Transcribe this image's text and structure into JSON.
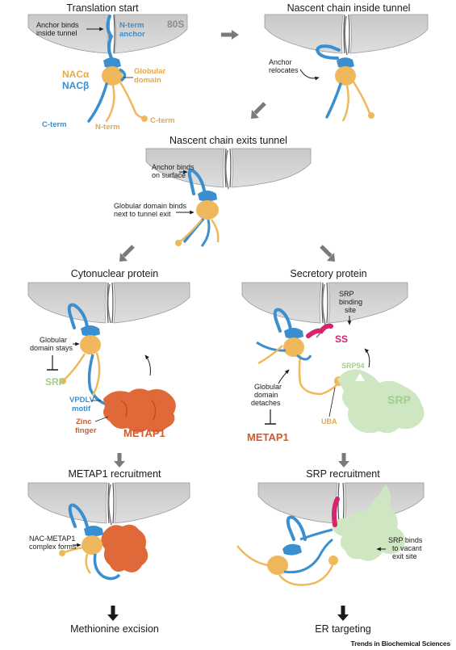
{
  "titles": {
    "translation_start": "Translation start",
    "nascent_inside": "Nascent chain inside tunnel",
    "nascent_exits": "Nascent chain exits tunnel",
    "cytonuclear": "Cytonuclear protein",
    "secretory": "Secretory protein",
    "metap1_recruitment": "METAP1 recruitment",
    "srp_recruitment": "SRP recruitment",
    "methionine_excision": "Methionine excision",
    "er_targeting": "ER targeting"
  },
  "labels": {
    "anchor_binds_tunnel_1": "Anchor binds",
    "anchor_binds_tunnel_2": "inside tunnel",
    "n_term_1": "N-term",
    "n_term_2": "anchor",
    "ribosome_80s": "80S",
    "naca": "NACα",
    "nacb": "NACβ",
    "globular_1": "Globular",
    "globular_2": "domain",
    "c_term_blue": "C-term",
    "n_term_orange": "N-term",
    "c_term_orange": "C-term",
    "anchor_relocates_1": "Anchor",
    "anchor_relocates_2": "relocates",
    "anchor_surface_1": "Anchor binds",
    "anchor_surface_2": "on surface",
    "glob_binds_1": "Globular domain binds",
    "glob_binds_2": "next to tunnel exit",
    "glob_stays_1": "Globular",
    "glob_stays_2": "domain stays",
    "srp_inhibited": "SRP",
    "vpdlv_1": "VPDLV",
    "vpdlv_2": "motif",
    "zinc_1": "Zinc",
    "zinc_2": "finger",
    "metap1": "METAP1",
    "srp_site_1": "SRP",
    "srp_site_2": "binding",
    "srp_site_3": "site",
    "ss": "SS",
    "srp54": "SRP54",
    "srp_big": "SRP",
    "glob_detaches_1": "Globular",
    "glob_detaches_2": "domain",
    "glob_detaches_3": "detaches",
    "uba": "UBA",
    "metap1_inhibited": "METAP1",
    "nac_metap1_1": "NAC-METAP1",
    "nac_metap1_2": "complex forms",
    "srp_vacant_1": "SRP binds",
    "srp_vacant_2": "to vacant",
    "srp_vacant_3": "exit site",
    "credit": "Trends in Biochemical Sciences"
  },
  "colors": {
    "nacb_blue": "#3a8fd0",
    "naca_orange": "#f0b85c",
    "metap1_red": "#e0693a",
    "srp_green": "#cfe6c3",
    "ss_pink": "#d6246e",
    "ribosome_grey": "#d0d0d0",
    "arrow_grey": "#7a7a7a"
  }
}
